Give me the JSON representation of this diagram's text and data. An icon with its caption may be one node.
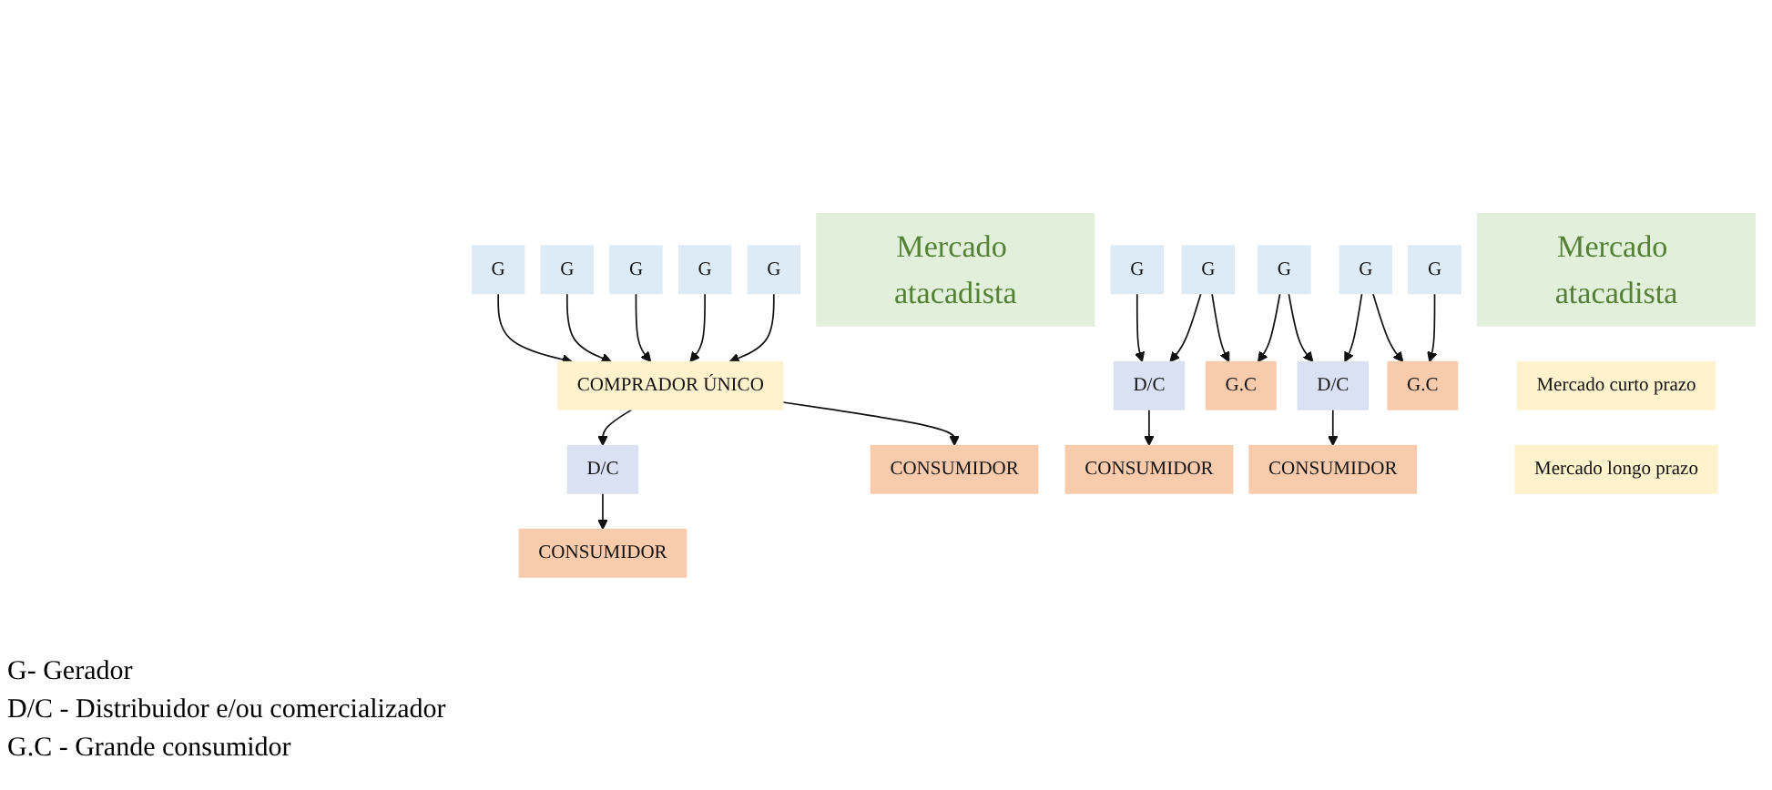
{
  "diagram": {
    "nodes": [
      {
        "text": [
          "G"
        ]
      },
      {
        "text": [
          "G"
        ]
      },
      {
        "text": [
          "G"
        ]
      },
      {
        "text": [
          "G"
        ]
      },
      {
        "text": [
          "G"
        ]
      },
      {
        "text": [
          "Mercado atacadista"
        ]
      },
      {
        "text": [
          "COMPRADOR ÚNICO"
        ]
      },
      {
        "text": [
          "D/C"
        ]
      },
      {
        "text": [
          "CONSUMIDOR"
        ]
      },
      {
        "text": [
          "CONSUMIDOR"
        ]
      },
      {
        "text": [
          "G"
        ]
      },
      {
        "text": [
          "G"
        ]
      },
      {
        "text": [
          "G"
        ]
      },
      {
        "text": [
          "G"
        ]
      },
      {
        "text": [
          "G"
        ]
      },
      {
        "text": [
          "Mercado atacadista"
        ]
      },
      {
        "text": [
          "D/C"
        ]
      },
      {
        "text": [
          "G.C"
        ]
      },
      {
        "text": [
          "D/C"
        ]
      },
      {
        "text": [
          "G.C"
        ]
      },
      {
        "text": [
          "CONSUMIDOR"
        ]
      },
      {
        "text": [
          "CONSUMIDOR"
        ]
      },
      {
        "text": [
          "Mercado curto prazo"
        ]
      },
      {
        "text": [
          "Mercado longo prazo"
        ]
      }
    ],
    "edges": [
      {
        "from": 0,
        "to": 6,
        "arrow": "to"
      },
      {
        "from": 1,
        "to": 6,
        "arrow": "to"
      },
      {
        "from": 2,
        "to": 6,
        "arrow": "to"
      },
      {
        "from": 3,
        "to": 6,
        "arrow": "to"
      },
      {
        "from": 4,
        "to": 6,
        "arrow": "to"
      },
      {
        "from": 6,
        "to": 8,
        "arrow": "to"
      },
      {
        "from": 6,
        "to": 7,
        "arrow": "to"
      },
      {
        "from": 7,
        "to": 9,
        "arrow": "to"
      },
      {
        "from": 10,
        "to": 16,
        "arrow": "to"
      },
      {
        "from": 11,
        "to": 16,
        "arrow": "to"
      },
      {
        "from": 11,
        "to": 17,
        "arrow": "to"
      },
      {
        "from": 12,
        "to": 17,
        "arrow": "to"
      },
      {
        "from": 12,
        "to": 18,
        "arrow": "to"
      },
      {
        "from": 13,
        "to": 18,
        "arrow": "to"
      },
      {
        "from": 13,
        "to": 19,
        "arrow": "to"
      },
      {
        "from": 14,
        "to": 19,
        "arrow": "to"
      },
      {
        "from": 16,
        "to": 20,
        "arrow": "to"
      },
      {
        "from": 18,
        "to": 21,
        "arrow": "to"
      }
    ],
    "labels": [
      "G- Gerador",
      "D/C - Distribuidor e/ou comercializador",
      "G.C - Grande consumidor"
    ]
  }
}
